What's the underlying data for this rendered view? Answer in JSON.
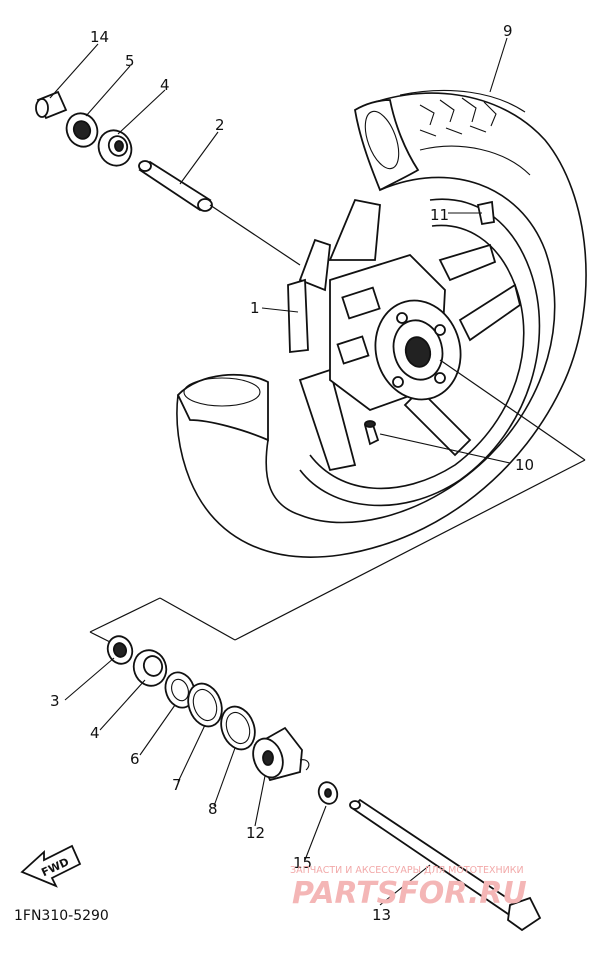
{
  "callouts": {
    "c1": "1",
    "c2": "2",
    "c3": "3",
    "c4a": "4",
    "c4b": "4",
    "c5": "5",
    "c6": "6",
    "c7": "7",
    "c8": "8",
    "c9": "9",
    "c10": "10",
    "c11": "11",
    "c12": "12",
    "c13": "13",
    "c14": "14",
    "c15": "15"
  },
  "fwd_label": "FWD",
  "diagram_code": "1FN310-5290",
  "watermark": {
    "tagline": "ЗАПЧАСТИ И АКСЕССУАРЫ ДЛЯ МОТОТЕХНИКИ",
    "brand": "PARTSFOR.RU"
  }
}
